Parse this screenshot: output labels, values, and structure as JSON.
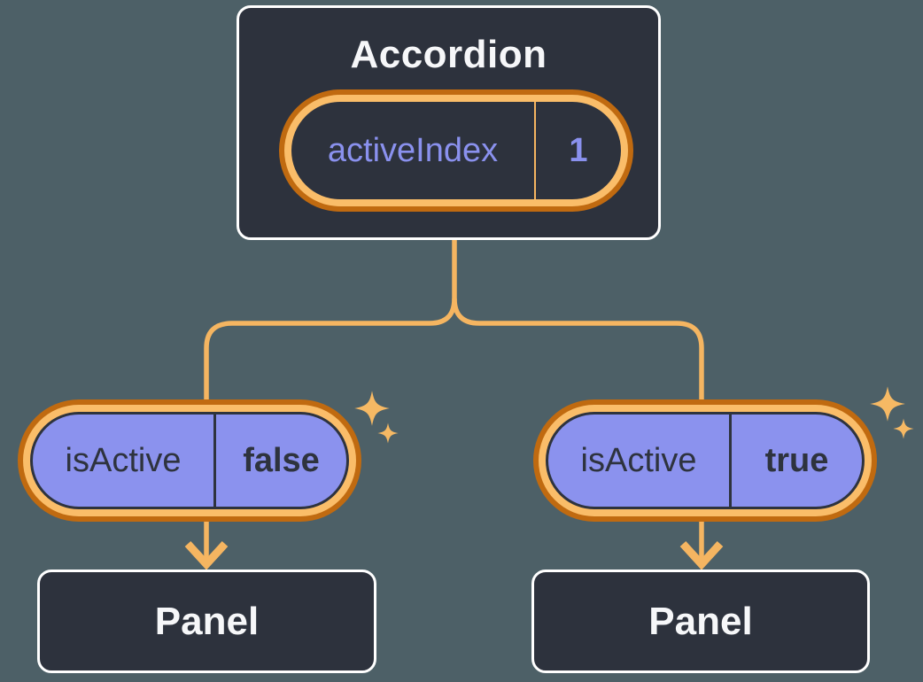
{
  "colors": {
    "background": "#4D6067",
    "card_fill": "#2D323D",
    "card_border": "#FFFFFF",
    "card_text": "#F6F7F9",
    "ring_outer": "#C06A10",
    "ring_inner": "#FABD69",
    "connector": "#F5B561",
    "sparkle": "#F6B964",
    "purple_fill": "#8B92EE",
    "purple_text": "#8A91EE",
    "dark_text": "#2E333E"
  },
  "accordion": {
    "title": "Accordion",
    "state": {
      "label": "activeIndex",
      "value": "1"
    }
  },
  "children": [
    {
      "prop_label": "isActive",
      "prop_value": "false",
      "panel_title": "Panel"
    },
    {
      "prop_label": "isActive",
      "prop_value": "true",
      "panel_title": "Panel"
    }
  ],
  "decorations": {
    "sparkle_icon": "four-point-star"
  }
}
